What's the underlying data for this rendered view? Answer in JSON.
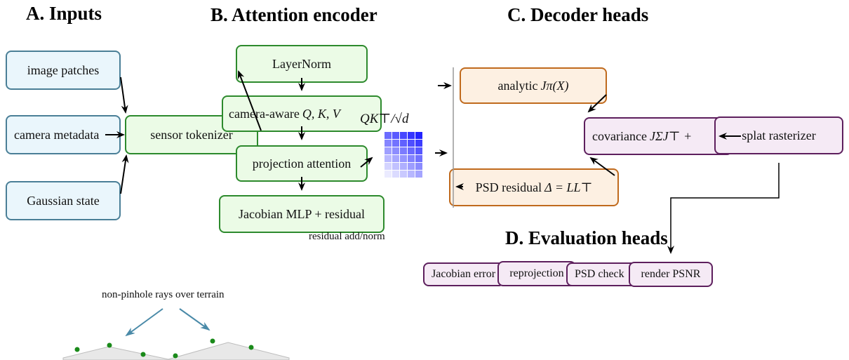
{
  "headers": {
    "inputs": "A. Inputs",
    "encoder": "B. Attention encoder",
    "decoder": "C. Decoder heads",
    "evaluation": "D. Evaluation heads"
  },
  "inputs": {
    "image_patches": "image patches",
    "camera_metadata": "camera metadata",
    "gaussian_state": "Gaussian state"
  },
  "encoder": {
    "tokenizer": "sensor tokenizer",
    "layernorm": "LayerNorm",
    "qkv_prefix": "camera-aware ",
    "qkv_math": "Q, K, V",
    "attention": "projection attention",
    "mlp": "Jacobian MLP + residual",
    "residual_note": "residual add/norm",
    "attention_formula": "QK⊤/√d"
  },
  "decoder": {
    "analytic_prefix": "analytic ",
    "analytic_math": "Jπ(X)",
    "psd_prefix": "PSD residual ",
    "psd_math": "Δ = LL⊤",
    "covariance_prefix": "covariance ",
    "covariance_math": "JΣJ⊤ +",
    "rasterizer": "splat rasterizer"
  },
  "evaluation": {
    "jacobian_error": "Jacobian error",
    "reprojection": "reprojection",
    "psd_check": "PSD check",
    "render_psnr": "render PSNR"
  },
  "terrain": {
    "label": "non-pinhole rays over terrain"
  },
  "colors": {
    "input_fill": "#eaf6fc",
    "input_stroke": "#4a7f97",
    "encoder_fill": "#ebfbe6",
    "encoder_stroke": "#2d8a2d",
    "decoder_fill": "#fdf0e2",
    "decoder_stroke": "#c06a1d",
    "eval_fill": "#f5eaf5",
    "eval_stroke": "#5d1f5d",
    "ray": "#4a8aa8",
    "point": "#1a8a1a"
  }
}
